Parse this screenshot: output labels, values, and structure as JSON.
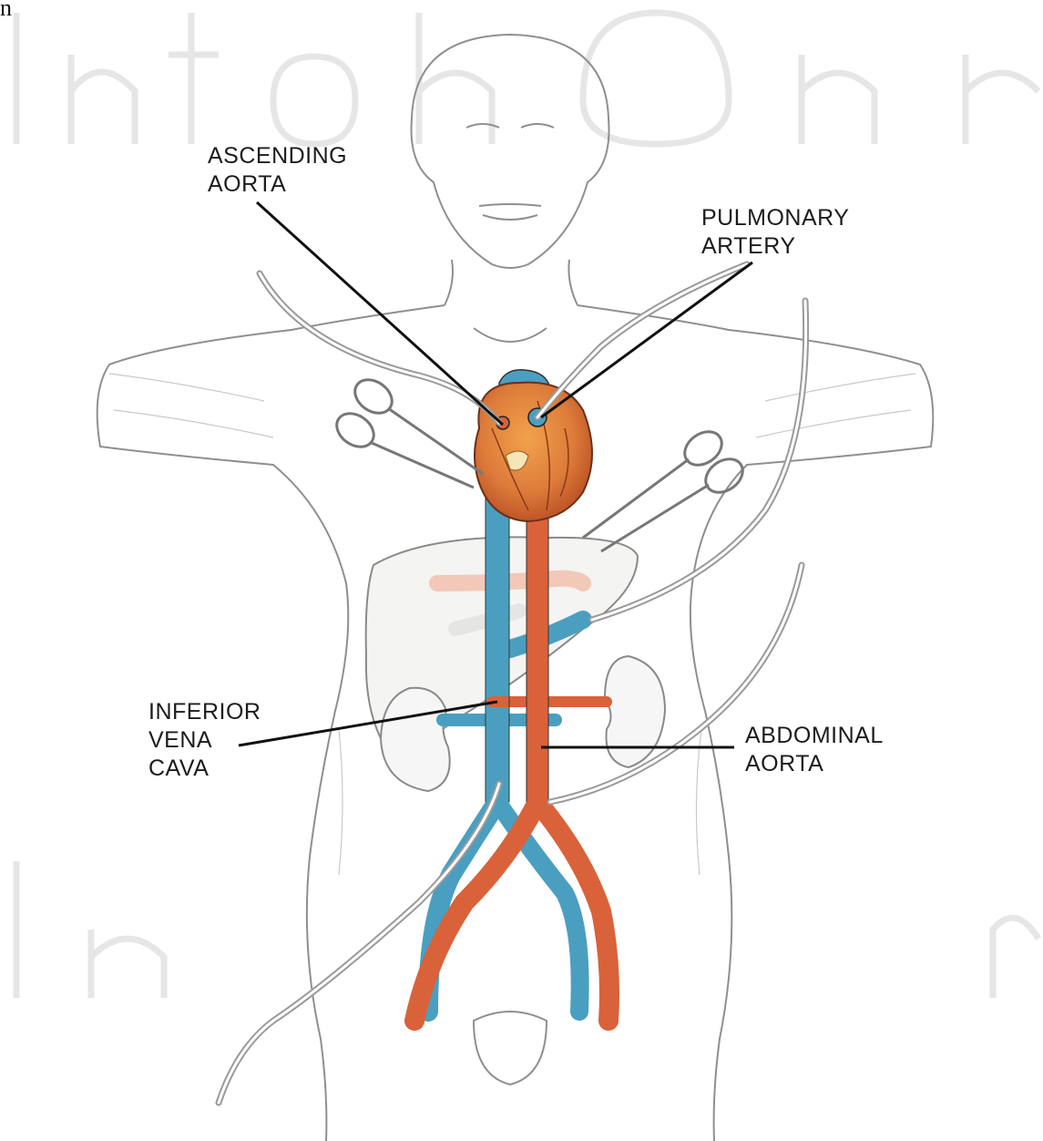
{
  "corner_text": "n.",
  "colors": {
    "vein": "#4a9fc0",
    "artery": "#d9623a",
    "heart": "#dd7b3a",
    "outline": "#8a8a8a",
    "tube": "#9a9a9a",
    "watermark": "#e6e6e6"
  },
  "labels": {
    "ascending_aorta": {
      "line1": "ASCENDING",
      "line2": "AORTA"
    },
    "pulmonary_artery": {
      "line1": "PULMONARY",
      "line2": "ARTERY"
    },
    "inferior_vena_cava": {
      "line1": "INFERIOR",
      "line2": "VENA",
      "line3": "CAVA"
    },
    "abdominal_aorta": {
      "line1": "ABDOMINAL",
      "line2": "AORTA"
    }
  }
}
